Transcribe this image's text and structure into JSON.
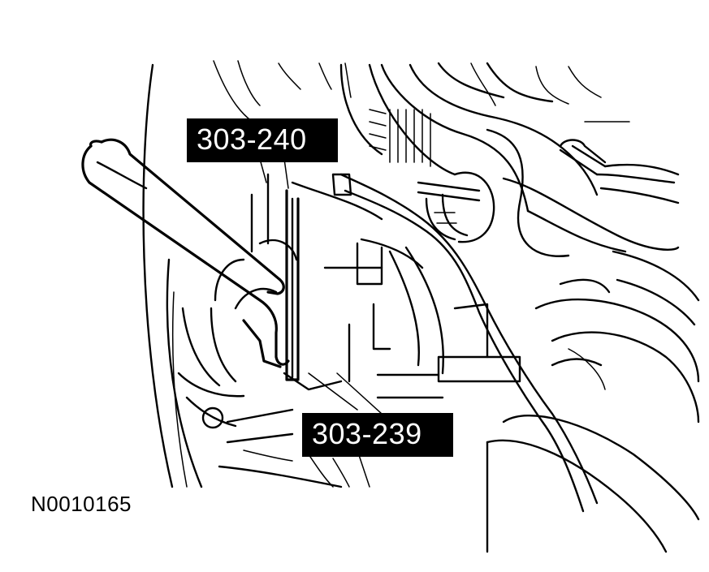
{
  "callouts": {
    "tool_upper": "303-240",
    "tool_lower": "303-239"
  },
  "figure_number": "N0010165",
  "colors": {
    "ink": "#000000",
    "paper": "#ffffff",
    "label_background": "#000000",
    "label_text": "#ffffff"
  }
}
